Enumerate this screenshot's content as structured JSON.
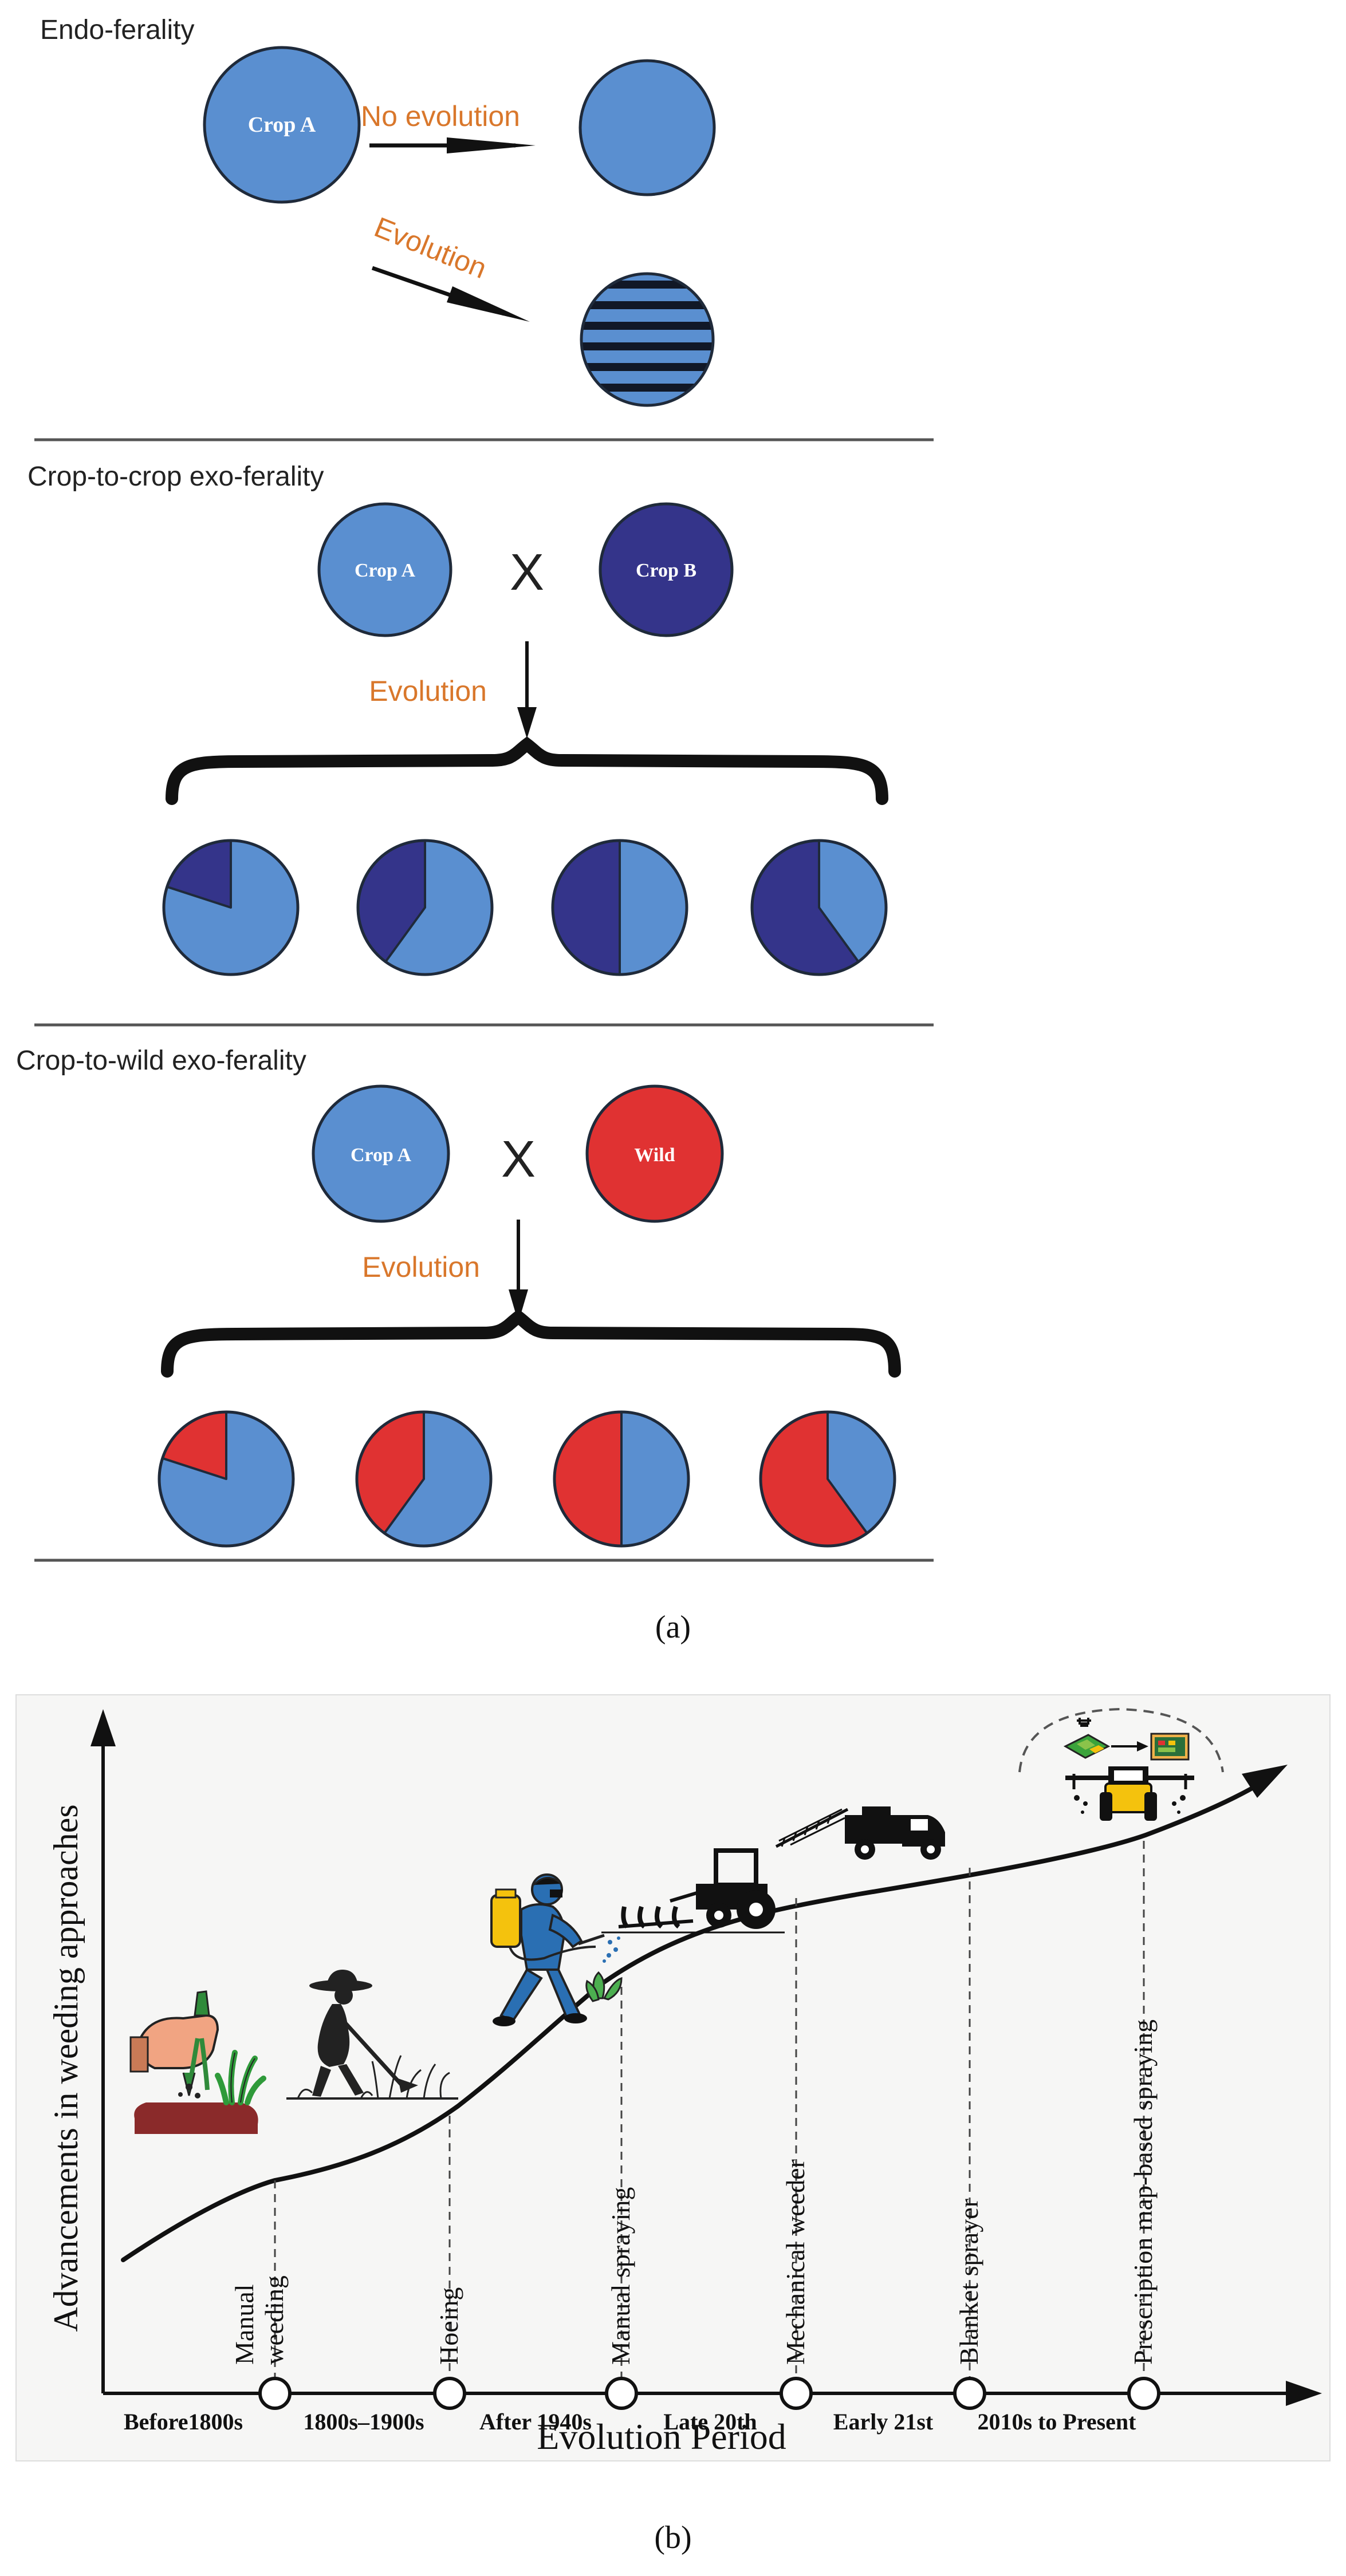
{
  "panel_a": {
    "sections": {
      "endo": {
        "title": "Endo-ferality",
        "crop_label": "Crop A",
        "no_evolution_label": "No evolution",
        "evolution_label": "Evolution"
      },
      "crop_crop": {
        "title": "Crop-to-crop exo-ferality",
        "parent_a": "Crop A",
        "parent_b": "Crop B",
        "cross_symbol": "X",
        "evolution_label": "Evolution",
        "offspring_second_parent_share": [
          0.2,
          0.4,
          0.5,
          0.6
        ]
      },
      "crop_wild": {
        "title": "Crop-to-wild exo-ferality",
        "parent_a": "Crop A",
        "parent_b": "Wild",
        "cross_symbol": "X",
        "evolution_label": "Evolution",
        "offspring_second_parent_share": [
          0.2,
          0.4,
          0.5,
          0.6
        ]
      }
    },
    "caption": "(a)"
  },
  "panel_b": {
    "y_axis_label": "Advancements in weeding approaches",
    "x_axis_label": "Evolution Period",
    "stages": [
      {
        "approach": "Manual\nweeding",
        "period": "Before1800s"
      },
      {
        "approach": "Hoeing",
        "period": "1800s–1900s"
      },
      {
        "approach": "Manual spraying",
        "period": "After 1940s"
      },
      {
        "approach": "Mechanical weeder",
        "period": "Late 20th"
      },
      {
        "approach": "Blanket sprayer",
        "period": "Early  21st"
      },
      {
        "approach": "Prescription map-based spraying",
        "period": "2010s to Present"
      }
    ],
    "caption": "(b)"
  },
  "colors": {
    "crop_a": "#5a8fd0",
    "crop_b": "#34348a",
    "wild": "#e03232",
    "evolution_text": "#d9772b",
    "outline": "#1f2a3a",
    "stripe": "#111827"
  }
}
